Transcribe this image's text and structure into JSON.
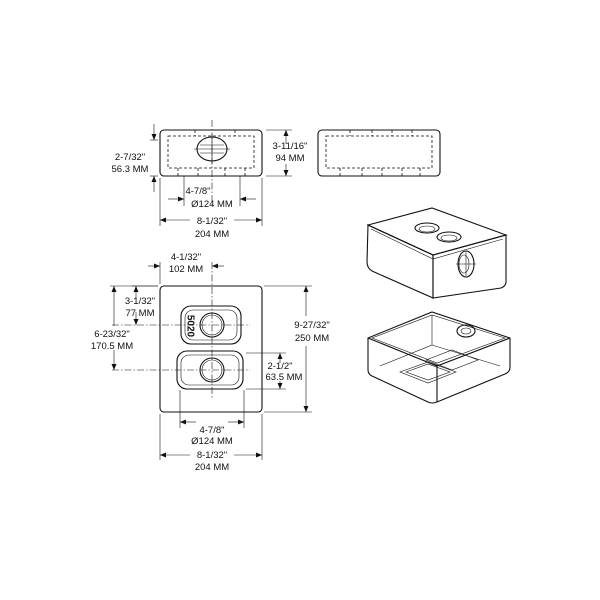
{
  "drawing": {
    "front_view": {
      "height_dim": [
        "2-7/32\"",
        "56.3 MM"
      ],
      "hole_dim": [
        "4-7/8\"",
        "Ø124 MM"
      ],
      "width_dim": [
        "8-1/32\"",
        "204 MM"
      ]
    },
    "side_view": {
      "height_dim": [
        "3-11/16\"",
        "94 MM"
      ]
    },
    "plan_view": {
      "top_offset_dim": [
        "4-1/32\"",
        "102 MM"
      ],
      "upper_hole_dim": [
        "3-1/32\"",
        "77 MM"
      ],
      "lower_hole_dim": [
        "6-23/32\"",
        "170.5 MM"
      ],
      "length_dim": [
        "9-27/32\"",
        "250 MM"
      ],
      "hole_spacing_dim": [
        "2-1/2\"",
        "63.5 MM"
      ],
      "hole_dim": [
        "4-7/8\"",
        "Ø124 MM"
      ],
      "width_dim": [
        "8-1/32\"",
        "204 MM"
      ],
      "model_label": "5020"
    }
  }
}
